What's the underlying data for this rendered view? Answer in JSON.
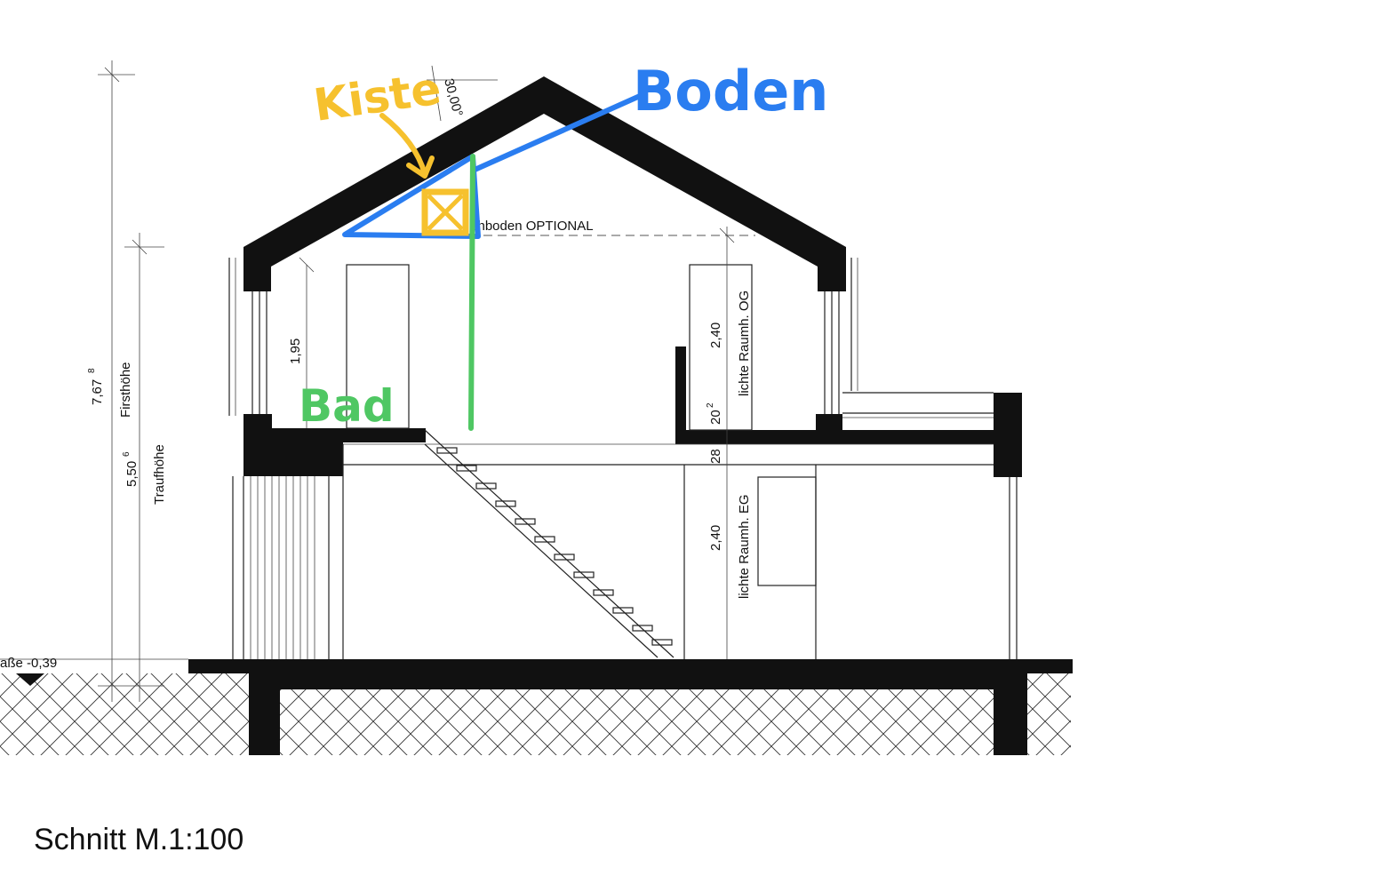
{
  "caption": "Schnitt M.1:100",
  "dimensions": {
    "roof_angle": "30,00°",
    "firsthoehe_label": "Firsthöhe",
    "firsthoehe_value": "7,67",
    "firsthoehe_sup": "8",
    "traufhoehe_label": "Traufhöhe",
    "traufhoehe_value": "5,50",
    "traufhoehe_sup": "6",
    "door_height": "1,95",
    "og_height": "2,40",
    "og_label": "lichte Raumh. OG",
    "slab_top": "20",
    "slab_top_sup": "2",
    "slab_thickness": "28",
    "eg_height": "2,40",
    "eg_label": "lichte Raumh. EG",
    "street_level": "aße -0,39"
  },
  "labels": {
    "attic_floor": "chboden OPTIONAL"
  },
  "annotations": {
    "kiste": {
      "text": "Kiste",
      "color": "#F6C12E"
    },
    "boden": {
      "text": "Boden",
      "color": "#2A7DF0"
    },
    "bad": {
      "text": "Bad",
      "color": "#4FC763"
    }
  }
}
